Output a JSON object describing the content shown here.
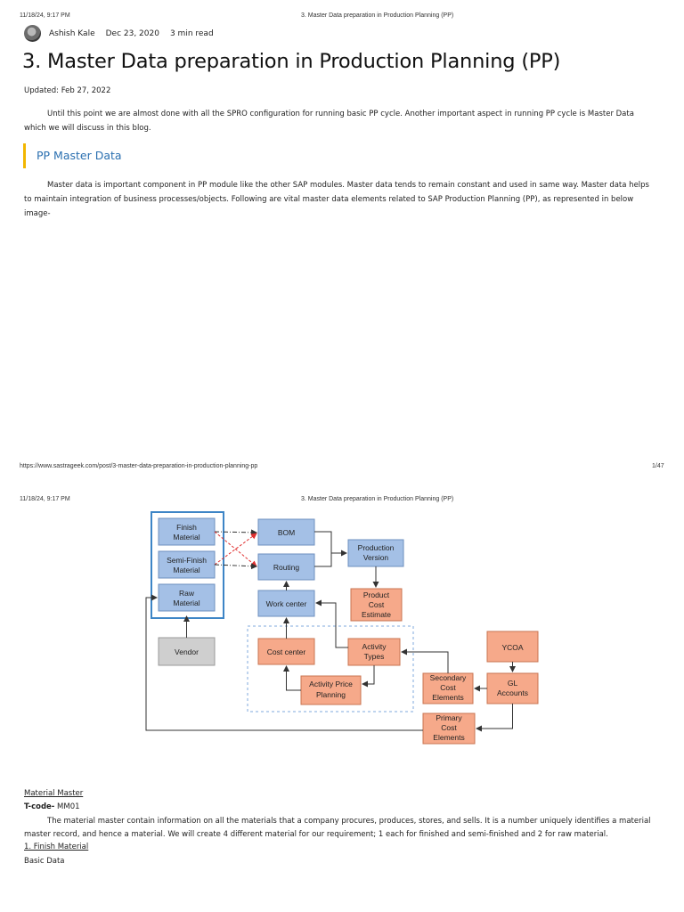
{
  "print_header": {
    "timestamp": "11/18/24, 9:17 PM",
    "title": "3. Master Data preparation in Production Planning (PP)"
  },
  "print_footer": {
    "url": "https://www.sastrageek.com/post/3-master-data-preparation-in-production-planning-pp",
    "page": "1/47"
  },
  "author": {
    "name": "Ashish Kale",
    "date": "Dec 23, 2020",
    "read_time": "3 min read"
  },
  "article": {
    "title": "3. Master Data preparation in Production Planning (PP)",
    "updated": "Updated: Feb 27, 2022",
    "intro": "Until this point we are almost done with all the SPRO configuration for running basic PP cycle. Another important aspect in running PP cycle is Master Data which we will discuss in this blog.",
    "section_title": "PP Master Data",
    "section_para": "Master data is important component in PP module like the other SAP modules. Master data tends to remain constant and used in same way. Master data helps to maintain integration of business processes/objects. Following are vital master data elements related to SAP Production Planning (PP), as represented in below image-"
  },
  "diagram": {
    "materials": [
      "Finish Material",
      "Semi-Finish Material",
      "Raw Material"
    ],
    "vendor": "Vendor",
    "bom": "BOM",
    "routing": "Routing",
    "work_center": "Work center",
    "production_version": "Production Version",
    "product_cost_estimate": "Product Cost Estimate",
    "cost_center": "Cost center",
    "activity_types": "Activity Types",
    "activity_price_planning": "Activity Price Planning",
    "ycoa": "YCOA",
    "secondary_cost_elements": "Secondary Cost Elements",
    "gl_accounts": "GL Accounts",
    "primary_cost_elements": "Primary Cost Elements",
    "colors": {
      "blue_box": "#a4c0e6",
      "orange_box": "#f6a98a",
      "gray_box": "#cfcfcf",
      "frame": "#3d85c6"
    }
  },
  "material_master": {
    "heading": "Material Master",
    "tcode_label": "T-code-",
    "tcode": "MM01",
    "para": "The material master contain information on all the materials that a company procures, produces, stores, and sells. It is a number uniquely identifies a material master record, and hence a material. We will create 4 different material for our requirement; 1 each for finished and semi-finished and 2 for raw material.",
    "sub1": "1. Finish Material",
    "sub2": "Basic Data"
  }
}
